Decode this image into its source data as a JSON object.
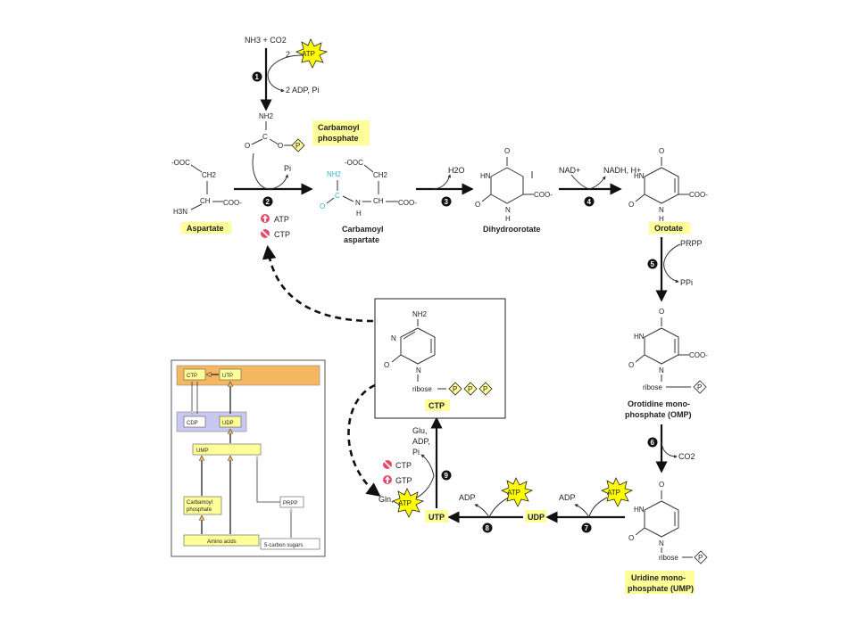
{
  "molecules": {
    "nh3_co2": "NH3 + CO2",
    "two_atp": "2",
    "two_adp": "2 ADP, Pi",
    "carbamoyl_phosphate_line1": "Carbamoyl",
    "carbamoyl_phosphate_line2": "phosphate",
    "aspartate": "Aspartate",
    "carbamoyl_aspartate_line1": "Carbamoyl",
    "carbamoyl_aspartate_line2": "aspartate",
    "dihydroorotate": "Dihydroorotate",
    "orotate": "Orotate",
    "omp_line1": "Orotidine mono-",
    "omp_line2": "phosphate (OMP)",
    "ump_line1": "Uridine mono-",
    "ump_line2": "phosphate (UMP)",
    "udp": "UDP",
    "utp": "UTP",
    "ctp": "CTP"
  },
  "side_labels": {
    "pi": "Pi",
    "h2o": "H2O",
    "nad": "NAD+",
    "nadh": "NADH, H+",
    "prpp": "PRPP",
    "ppi": "PPi",
    "co2": "CO2",
    "adp": "ADP",
    "glu_adp_pi_1": "Glu,",
    "glu_adp_pi_2": "ADP,",
    "glu_adp_pi_3": "Pi",
    "gln": "Gln,",
    "atp": "ATP",
    "ctp": "CTP",
    "gtp": "GTP"
  },
  "steps": [
    "1",
    "2",
    "3",
    "4",
    "5",
    "6",
    "7",
    "8",
    "9"
  ],
  "structure_labels": {
    "nh2": "NH2",
    "o": "O",
    "c": "C",
    "p": "P",
    "hn": "HN",
    "n": "N",
    "h": "H",
    "ooc": "-OOC",
    "coo": "COO-",
    "ch": "CH",
    "ch2": "CH2",
    "h3n": "H3N",
    "ribose": "ribose"
  },
  "inset": {
    "ctp": "CTP",
    "utp": "UTP",
    "cdp": "CDP",
    "udp": "UDP",
    "ump": "UMP",
    "carbamoyl_phosphate_line1": "Carbamoyl",
    "carbamoyl_phosphate_line2": "phosphate",
    "prpp": "PRPP",
    "amino_acids": "Amino acids",
    "sugars": "5-carbon sugars"
  },
  "colors": {
    "label_highlight": "#ffff99",
    "atp_burst": "#ffff00",
    "regulation": "#e64b6b",
    "cyan": "#3ab4c8",
    "inset_orange": "#f5b860",
    "inset_blue": "#c8c8f0",
    "inset_yellow": "#ffff99"
  }
}
